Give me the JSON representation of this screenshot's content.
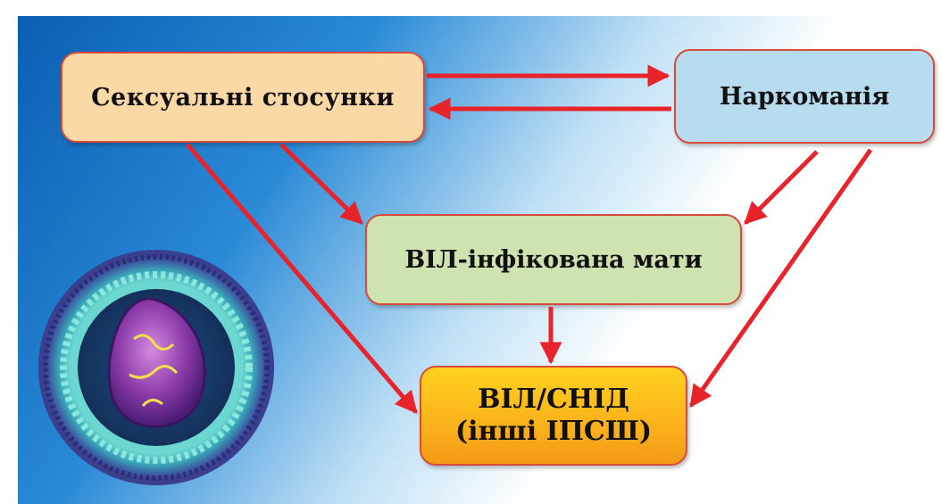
{
  "nodes": {
    "sexual": "Сексуальні стосунки",
    "drugs": "Наркоманія",
    "mother": "ВІЛ-інфікована мати",
    "hiv_line1": "ВІЛ/СНІД",
    "hiv_line2": "(інші ІПСШ)"
  },
  "colors": {
    "arrow": "#e8232a",
    "sexual_box": "#fbd9a6",
    "drugs_box": "#b7dcf0",
    "mother_box": "#cfe3b0",
    "hiv_box": "#fbb41c",
    "background_blue": "#1a78c6"
  },
  "edges": [
    {
      "from": "sexual",
      "to": "drugs"
    },
    {
      "from": "drugs",
      "to": "sexual"
    },
    {
      "from": "sexual",
      "to": "mother"
    },
    {
      "from": "drugs",
      "to": "mother"
    },
    {
      "from": "mother",
      "to": "hiv"
    },
    {
      "from": "sexual",
      "to": "hiv"
    },
    {
      "from": "drugs",
      "to": "hiv"
    }
  ]
}
